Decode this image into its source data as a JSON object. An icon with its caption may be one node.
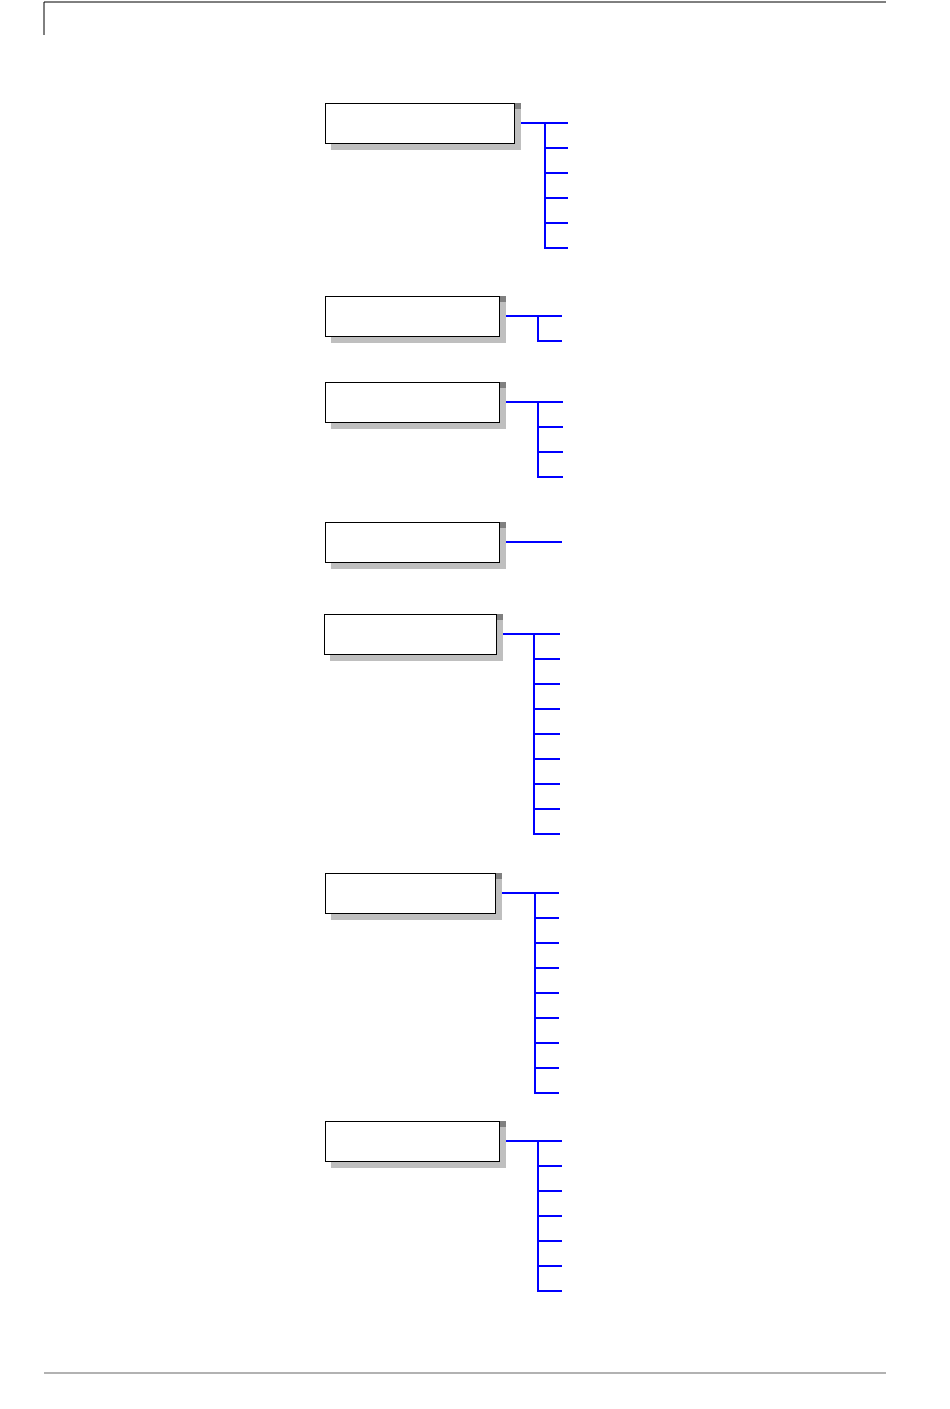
{
  "diagram": {
    "nodes": [
      {
        "text": [],
        "shape": "box"
      },
      {
        "text": [],
        "shape": "box"
      },
      {
        "text": [],
        "shape": "box"
      },
      {
        "text": [],
        "shape": "box"
      },
      {
        "text": [],
        "shape": "box"
      },
      {
        "text": [],
        "shape": "box"
      },
      {
        "text": [],
        "shape": "box"
      }
    ],
    "edges": [
      {
        "from": 0,
        "to": null,
        "arrow": "none"
      },
      {
        "from": 0,
        "to": null,
        "arrow": "none"
      },
      {
        "from": 0,
        "to": null,
        "arrow": "none"
      },
      {
        "from": 0,
        "to": null,
        "arrow": "none"
      },
      {
        "from": 0,
        "to": null,
        "arrow": "none"
      },
      {
        "from": 0,
        "to": null,
        "arrow": "none"
      },
      {
        "from": 1,
        "to": null,
        "arrow": "none"
      },
      {
        "from": 1,
        "to": null,
        "arrow": "none"
      },
      {
        "from": 2,
        "to": null,
        "arrow": "none"
      },
      {
        "from": 2,
        "to": null,
        "arrow": "none"
      },
      {
        "from": 2,
        "to": null,
        "arrow": "none"
      },
      {
        "from": 2,
        "to": null,
        "arrow": "none"
      },
      {
        "from": 3,
        "to": null,
        "arrow": "none"
      },
      {
        "from": 4,
        "to": null,
        "arrow": "none"
      },
      {
        "from": 4,
        "to": null,
        "arrow": "none"
      },
      {
        "from": 4,
        "to": null,
        "arrow": "none"
      },
      {
        "from": 4,
        "to": null,
        "arrow": "none"
      },
      {
        "from": 4,
        "to": null,
        "arrow": "none"
      },
      {
        "from": 4,
        "to": null,
        "arrow": "none"
      },
      {
        "from": 4,
        "to": null,
        "arrow": "none"
      },
      {
        "from": 4,
        "to": null,
        "arrow": "none"
      },
      {
        "from": 4,
        "to": null,
        "arrow": "none"
      },
      {
        "from": 5,
        "to": null,
        "arrow": "none"
      },
      {
        "from": 5,
        "to": null,
        "arrow": "none"
      },
      {
        "from": 5,
        "to": null,
        "arrow": "none"
      },
      {
        "from": 5,
        "to": null,
        "arrow": "none"
      },
      {
        "from": 5,
        "to": null,
        "arrow": "none"
      },
      {
        "from": 5,
        "to": null,
        "arrow": "none"
      },
      {
        "from": 5,
        "to": null,
        "arrow": "none"
      },
      {
        "from": 5,
        "to": null,
        "arrow": "none"
      },
      {
        "from": 5,
        "to": null,
        "arrow": "none"
      },
      {
        "from": 6,
        "to": null,
        "arrow": "none"
      },
      {
        "from": 6,
        "to": null,
        "arrow": "none"
      },
      {
        "from": 6,
        "to": null,
        "arrow": "none"
      },
      {
        "from": 6,
        "to": null,
        "arrow": "none"
      },
      {
        "from": 6,
        "to": null,
        "arrow": "none"
      },
      {
        "from": 6,
        "to": null,
        "arrow": "none"
      },
      {
        "from": 6,
        "to": null,
        "arrow": "none"
      }
    ]
  }
}
